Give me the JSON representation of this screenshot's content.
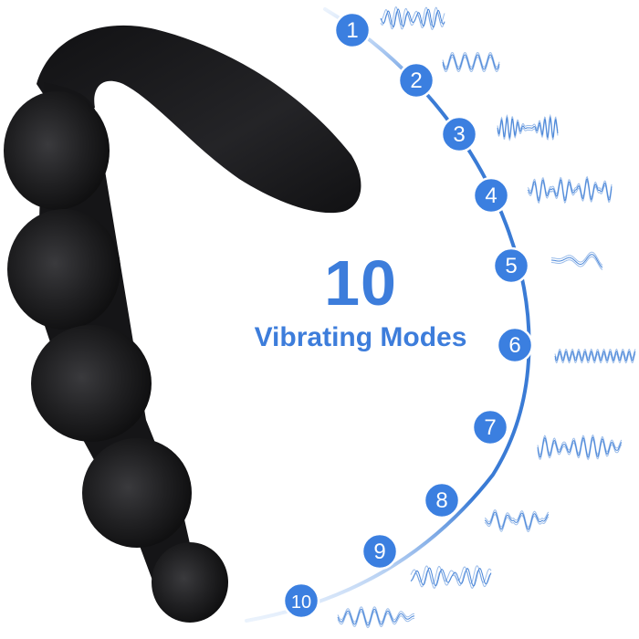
{
  "headline": {
    "number": "10",
    "subtitle": "Vibrating Modes"
  },
  "colors": {
    "accent": "#3d7ddb",
    "badge": "#3b7fe0",
    "arc": "#3a7bd5",
    "wave": "#4a86d8",
    "product": "#1b1b1d"
  },
  "modes": [
    {
      "label": "1",
      "pattern": "spiky"
    },
    {
      "label": "2",
      "pattern": "zigzag"
    },
    {
      "label": "3",
      "pattern": "dense"
    },
    {
      "label": "4",
      "pattern": "burst"
    },
    {
      "label": "5",
      "pattern": "swell"
    },
    {
      "label": "6",
      "pattern": "ripple"
    },
    {
      "label": "7",
      "pattern": "mixed"
    },
    {
      "label": "8",
      "pattern": "pulse"
    },
    {
      "label": "9",
      "pattern": "spiky"
    },
    {
      "label": "10",
      "pattern": "wave"
    }
  ]
}
